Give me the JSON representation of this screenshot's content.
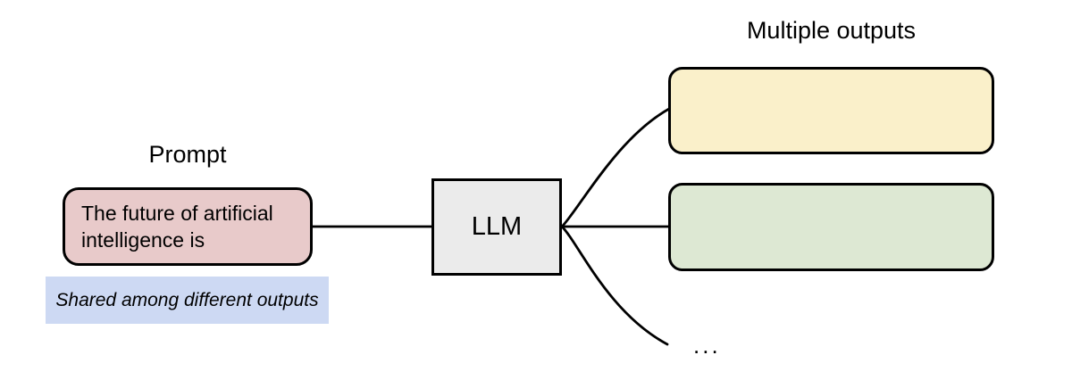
{
  "diagram": {
    "prompt": {
      "title": "Prompt",
      "text": "The future of artificial intelligence is",
      "note": "Shared among different outputs"
    },
    "llm": {
      "label": "LLM"
    },
    "outputs": {
      "title": "Multiple outputs",
      "ellipsis": "..."
    },
    "colors": {
      "prompt_fill": "#e8caca",
      "llm_fill": "#ebebeb",
      "output1_fill": "#faf0ca",
      "output2_fill": "#dde8d3",
      "note_highlight": "#cdd9f3",
      "stroke": "#000000"
    }
  }
}
